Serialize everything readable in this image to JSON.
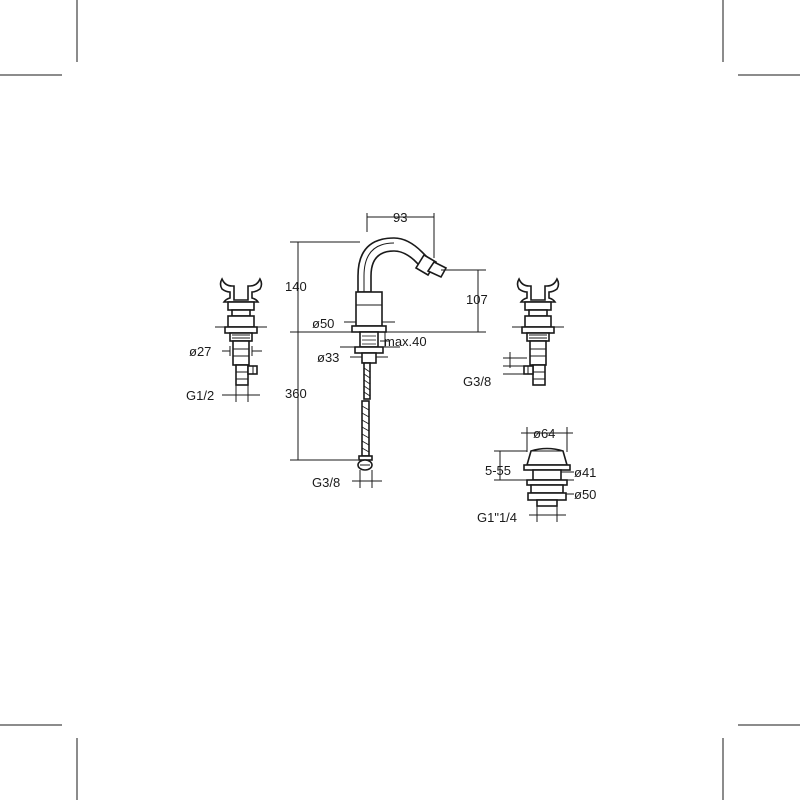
{
  "dimensions": {
    "spout_reach": "93",
    "height_140": "140",
    "outlet_height": "107",
    "body_diameter": "ø50",
    "deck_thickness": "max.40",
    "shank_diameter": "ø33",
    "hose_length": "360",
    "hose_thread": "G3/8",
    "left_valve_diameter": "ø27",
    "left_valve_thread": "G1/2",
    "right_valve_thread": "G3/8",
    "waste_cap_diameter": "ø64",
    "waste_adjust": "5-55",
    "waste_inner_diameter": "ø41",
    "waste_body_diameter": "ø50",
    "waste_thread": "G1\"1/4"
  }
}
